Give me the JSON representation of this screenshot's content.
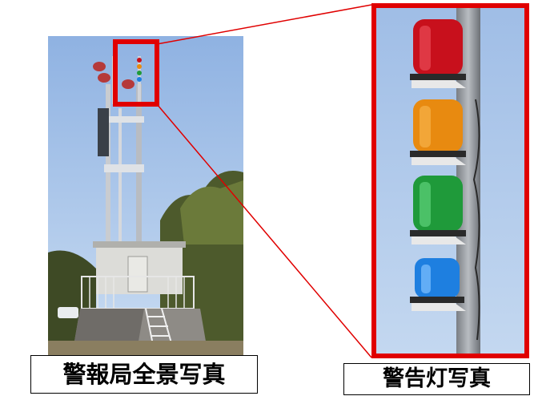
{
  "captions": {
    "overview": "警報局全景写真",
    "warning_lights": "警告灯写真"
  },
  "colors": {
    "highlight": "#e00000",
    "sky": "#aac6ec",
    "light_red": "#c8101c",
    "light_orange": "#e88a10",
    "light_green": "#1f9a3a",
    "light_blue": "#1e7fe0"
  },
  "warning_lights": [
    "red",
    "orange",
    "green",
    "blue"
  ]
}
